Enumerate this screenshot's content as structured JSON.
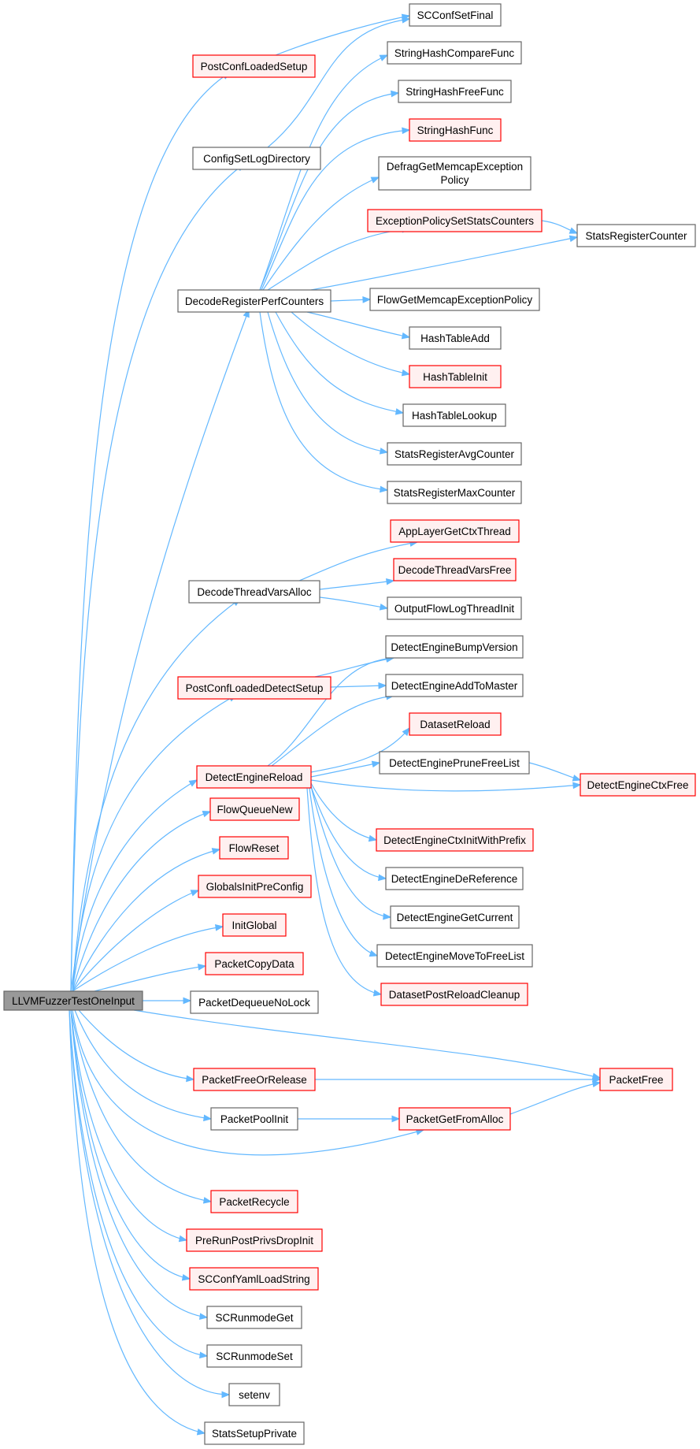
{
  "colors": {
    "edge": "#63b8ff",
    "normal_border": "#666666",
    "red_border": "#ff0000",
    "red_fill": "#fff0f0",
    "root_fill": "#999999"
  },
  "nodes": [
    {
      "id": "root",
      "label": "LLVMFuzzerTestOneInput",
      "style": "root"
    },
    {
      "id": "n1",
      "label": "PostConfLoadedSetup",
      "style": "red"
    },
    {
      "id": "n2",
      "label": "ConfigSetLogDirectory",
      "style": "normal"
    },
    {
      "id": "n3",
      "label": "DecodeRegisterPerfCounters",
      "style": "normal"
    },
    {
      "id": "n4",
      "label": "DecodeThreadVarsAlloc",
      "style": "normal"
    },
    {
      "id": "n5",
      "label": "PostConfLoadedDetectSetup",
      "style": "red"
    },
    {
      "id": "n6",
      "label": "DetectEngineReload",
      "style": "red"
    },
    {
      "id": "n7",
      "label": "FlowQueueNew",
      "style": "red"
    },
    {
      "id": "n8",
      "label": "FlowReset",
      "style": "red"
    },
    {
      "id": "n9",
      "label": "GlobalsInitPreConfig",
      "style": "red"
    },
    {
      "id": "n10",
      "label": "InitGlobal",
      "style": "red"
    },
    {
      "id": "n11",
      "label": "PacketCopyData",
      "style": "red"
    },
    {
      "id": "n12",
      "label": "PacketDequeueNoLock",
      "style": "normal"
    },
    {
      "id": "n13",
      "label": "PacketFreeOrRelease",
      "style": "red"
    },
    {
      "id": "n14",
      "label": "PacketPoolInit",
      "style": "normal"
    },
    {
      "id": "n15",
      "label": "PacketRecycle",
      "style": "red"
    },
    {
      "id": "n16",
      "label": "PreRunPostPrivsDropInit",
      "style": "red"
    },
    {
      "id": "n17",
      "label": "SCConfYamlLoadString",
      "style": "red"
    },
    {
      "id": "n18",
      "label": "SCRunmodeGet",
      "style": "normal"
    },
    {
      "id": "n19",
      "label": "SCRunmodeSet",
      "style": "normal"
    },
    {
      "id": "n20",
      "label": "setenv",
      "style": "normal"
    },
    {
      "id": "n21",
      "label": "StatsSetupPrivate",
      "style": "normal"
    },
    {
      "id": "m1",
      "label": "SCConfSetFinal",
      "style": "normal"
    },
    {
      "id": "m2",
      "label": "StringHashCompareFunc",
      "style": "normal"
    },
    {
      "id": "m3",
      "label": "StringHashFreeFunc",
      "style": "normal"
    },
    {
      "id": "m4",
      "label": "StringHashFunc",
      "style": "red"
    },
    {
      "id": "m5",
      "label": "DefragGetMemcapException",
      "label2": "Policy",
      "style": "normal"
    },
    {
      "id": "m6",
      "label": "ExceptionPolicySetStatsCounters",
      "style": "red"
    },
    {
      "id": "m7",
      "label": "FlowGetMemcapExceptionPolicy",
      "style": "normal"
    },
    {
      "id": "m8",
      "label": "HashTableAdd",
      "style": "normal"
    },
    {
      "id": "m9",
      "label": "HashTableInit",
      "style": "red"
    },
    {
      "id": "m10",
      "label": "HashTableLookup",
      "style": "normal"
    },
    {
      "id": "m11",
      "label": "StatsRegisterAvgCounter",
      "style": "normal"
    },
    {
      "id": "m12",
      "label": "StatsRegisterMaxCounter",
      "style": "normal"
    },
    {
      "id": "m13",
      "label": "AppLayerGetCtxThread",
      "style": "red"
    },
    {
      "id": "m14",
      "label": "DecodeThreadVarsFree",
      "style": "red"
    },
    {
      "id": "m15",
      "label": "OutputFlowLogThreadInit",
      "style": "normal"
    },
    {
      "id": "m16",
      "label": "DetectEngineBumpVersion",
      "style": "normal"
    },
    {
      "id": "m17",
      "label": "DetectEngineAddToMaster",
      "style": "normal"
    },
    {
      "id": "m18",
      "label": "DatasetReload",
      "style": "red"
    },
    {
      "id": "m19",
      "label": "DetectEnginePruneFreeList",
      "style": "normal"
    },
    {
      "id": "m20",
      "label": "DetectEngineCtxInitWithPrefix",
      "style": "red"
    },
    {
      "id": "m21",
      "label": "DetectEngineDeReference",
      "style": "normal"
    },
    {
      "id": "m22",
      "label": "DetectEngineGetCurrent",
      "style": "normal"
    },
    {
      "id": "m23",
      "label": "DetectEngineMoveToFreeList",
      "style": "normal"
    },
    {
      "id": "m24",
      "label": "DatasetPostReloadCleanup",
      "style": "red"
    },
    {
      "id": "m25",
      "label": "PacketGetFromAlloc",
      "style": "red"
    },
    {
      "id": "r1",
      "label": "StatsRegisterCounter",
      "style": "normal"
    },
    {
      "id": "r2",
      "label": "DetectEngineCtxFree",
      "style": "red"
    },
    {
      "id": "r3",
      "label": "PacketFree",
      "style": "red"
    }
  ],
  "edges": [
    [
      "root",
      "n1"
    ],
    [
      "root",
      "n2"
    ],
    [
      "root",
      "n3"
    ],
    [
      "root",
      "n4"
    ],
    [
      "root",
      "n5"
    ],
    [
      "root",
      "n6"
    ],
    [
      "root",
      "n7"
    ],
    [
      "root",
      "n8"
    ],
    [
      "root",
      "n9"
    ],
    [
      "root",
      "n10"
    ],
    [
      "root",
      "n11"
    ],
    [
      "root",
      "n12"
    ],
    [
      "root",
      "n13"
    ],
    [
      "root",
      "n14"
    ],
    [
      "root",
      "n15"
    ],
    [
      "root",
      "n16"
    ],
    [
      "root",
      "n17"
    ],
    [
      "root",
      "n18"
    ],
    [
      "root",
      "n19"
    ],
    [
      "root",
      "n20"
    ],
    [
      "root",
      "n21"
    ],
    [
      "root",
      "r3"
    ],
    [
      "root",
      "m25"
    ],
    [
      "n1",
      "m1"
    ],
    [
      "n2",
      "m1"
    ],
    [
      "n3",
      "m2"
    ],
    [
      "n3",
      "m3"
    ],
    [
      "n3",
      "m4"
    ],
    [
      "n3",
      "m5"
    ],
    [
      "n3",
      "m6"
    ],
    [
      "n3",
      "r1"
    ],
    [
      "n3",
      "m7"
    ],
    [
      "n3",
      "m8"
    ],
    [
      "n3",
      "m9"
    ],
    [
      "n3",
      "m10"
    ],
    [
      "n3",
      "m11"
    ],
    [
      "n3",
      "m12"
    ],
    [
      "m6",
      "r1"
    ],
    [
      "n4",
      "m13"
    ],
    [
      "n4",
      "m14"
    ],
    [
      "n4",
      "m15"
    ],
    [
      "n5",
      "m16"
    ],
    [
      "n5",
      "m17"
    ],
    [
      "n6",
      "m16"
    ],
    [
      "n6",
      "m17"
    ],
    [
      "n6",
      "m18"
    ],
    [
      "n6",
      "m19"
    ],
    [
      "n6",
      "r2"
    ],
    [
      "n6",
      "m20"
    ],
    [
      "n6",
      "m21"
    ],
    [
      "n6",
      "m22"
    ],
    [
      "n6",
      "m23"
    ],
    [
      "n6",
      "m24"
    ],
    [
      "m19",
      "r2"
    ],
    [
      "n13",
      "r3"
    ],
    [
      "n14",
      "m25"
    ],
    [
      "m25",
      "r3"
    ]
  ]
}
